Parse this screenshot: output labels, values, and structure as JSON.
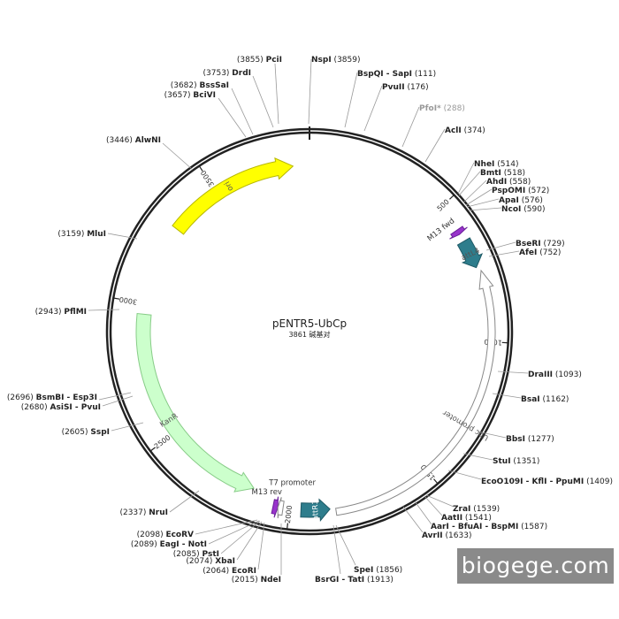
{
  "plasmid": {
    "name": "pENTR5-UbCp",
    "length": 3861,
    "subtitle": "3861 碱基对"
  },
  "ticks": [
    {
      "bp": 500,
      "label": "500"
    },
    {
      "bp": 1000,
      "label": "1000"
    },
    {
      "bp": 1500,
      "label": "1500"
    },
    {
      "bp": 2000,
      "label": "2000"
    },
    {
      "bp": 2500,
      "label": "2500"
    },
    {
      "bp": 3000,
      "label": "3000"
    },
    {
      "bp": 3500,
      "label": "3500"
    }
  ],
  "features": [
    {
      "name": "ori",
      "start": 3300,
      "end": 3800,
      "strand": 1,
      "track": "inner",
      "color": "#ffff00",
      "stroke": "#b8b800",
      "text_color": "#555555"
    },
    {
      "name": "KanR",
      "start": 2140,
      "end": 2960,
      "strand": -1,
      "track": "inner",
      "color": "#ccffcc",
      "stroke": "#88cc88",
      "text_color": "#555555"
    },
    {
      "name": "Ubc promoter",
      "start": 755,
      "end": 1840,
      "strand": -1,
      "track": "promoter",
      "color": "#ffffff",
      "stroke": "#888888",
      "text_color": "#555555"
    },
    {
      "name": "attL4",
      "start": 640,
      "end": 740,
      "strand": 1,
      "track": "outer",
      "color": "#2e7d8c",
      "stroke": "#1f5a66",
      "text_color": "#555555"
    },
    {
      "name": "attR1",
      "start": 1860,
      "end": 1960,
      "strand": -1,
      "track": "outer",
      "color": "#2e7d8c",
      "stroke": "#1f5a66",
      "text_color": "#ffffff"
    },
    {
      "name": "M13 fwd",
      "start": 595,
      "end": 612,
      "strand": 1,
      "track": "outer",
      "color": "#9933cc",
      "stroke": "#6a1f99",
      "text_color": "#333333"
    },
    {
      "name": "M13 rev",
      "start": 2040,
      "end": 2057,
      "strand": -1,
      "track": "outer",
      "color": "#9933cc",
      "stroke": "#6a1f99",
      "text_color": "#333333"
    },
    {
      "name": "T7 promoter",
      "start": 2022,
      "end": 2040,
      "strand": 1,
      "track": "outer",
      "color": "#ffffff",
      "stroke": "#888888",
      "text_color": "#333333"
    }
  ],
  "sites": [
    {
      "name": "NspI",
      "pos": "3859",
      "bp": 3859,
      "label_at": [
        352,
        67
      ],
      "anchor": "start",
      "leader": [
        [
          352,
          67
        ],
        [
          349,
          140
        ]
      ]
    },
    {
      "name": "PciI",
      "pos": "3855",
      "bp": 3855,
      "label_at": [
        319,
        67
      ],
      "anchor": "end",
      "leader": [
        [
          311,
          72
        ],
        [
          315,
          140
        ]
      ]
    },
    {
      "name": "DrdI",
      "pos": "3753",
      "bp": 3753,
      "label_at": [
        284,
        82
      ],
      "anchor": "end",
      "leader": [
        [
          286,
          86
        ],
        [
          309,
          144
        ]
      ]
    },
    {
      "name": "BssSaI",
      "pos": "3682",
      "bp": 3682,
      "label_at": [
        259,
        96
      ],
      "anchor": "end",
      "leader": [
        [
          262,
          100
        ],
        [
          286,
          152
        ]
      ]
    },
    {
      "name": "BciVI",
      "pos": "3657",
      "bp": 3657,
      "label_at": [
        244,
        107
      ],
      "anchor": "end",
      "leader": [
        [
          247,
          111
        ],
        [
          278,
          155
        ]
      ]
    },
    {
      "name": "AlwNI",
      "pos": "3446",
      "bp": 3446,
      "label_at": [
        182,
        158
      ],
      "anchor": "end",
      "leader": [
        [
          184,
          162
        ],
        [
          218,
          192
        ]
      ]
    },
    {
      "name": "MluI",
      "pos": "3159",
      "bp": 3159,
      "label_at": [
        120,
        264
      ],
      "anchor": "end",
      "leader": [
        [
          122,
          264
        ],
        [
          155,
          270
        ]
      ]
    },
    {
      "name": "PflMI",
      "pos": "2943",
      "bp": 2943,
      "label_at": [
        98,
        352
      ],
      "anchor": "end",
      "leader": [
        [
          100,
          351
        ],
        [
          135,
          350
        ]
      ]
    },
    {
      "name": "BsmBI - Esp3I",
      "pos": "2696",
      "bp": 2696,
      "label_at": [
        110,
        449
      ],
      "anchor": "end",
      "leader": [
        [
          112,
          452
        ],
        [
          148,
          444
        ]
      ]
    },
    {
      "name": "AsiSI - PvuI",
      "pos": "2680",
      "bp": 2680,
      "label_at": [
        114,
        460
      ],
      "anchor": "end",
      "leader": [
        [
          116,
          459
        ],
        [
          150,
          448
        ]
      ]
    },
    {
      "name": "SspI",
      "pos": "2605",
      "bp": 2605,
      "label_at": [
        124,
        488
      ],
      "anchor": "end",
      "leader": [
        [
          126,
          487
        ],
        [
          162,
          478
        ]
      ]
    },
    {
      "name": "NruI",
      "pos": "2337",
      "bp": 2337,
      "label_at": [
        190,
        579
      ],
      "anchor": "end",
      "leader": [
        [
          192,
          579
        ],
        [
          225,
          555
        ]
      ]
    },
    {
      "name": "EcoRV",
      "pos": "2098",
      "bp": 2098,
      "label_at": [
        219,
        604
      ],
      "anchor": "end",
      "leader": [
        [
          221,
          604
        ],
        [
          291,
          588
        ]
      ]
    },
    {
      "name": "EagI - NotI",
      "pos": "2089",
      "bp": 2089,
      "label_at": [
        234,
        615
      ],
      "anchor": "end",
      "leader": [
        [
          236,
          615
        ],
        [
          293,
          589
        ]
      ]
    },
    {
      "name": "PstI",
      "pos": "2085",
      "bp": 2085,
      "label_at": [
        248,
        626
      ],
      "anchor": "end",
      "leader": [
        [
          250,
          626
        ],
        [
          294,
          589
        ]
      ]
    },
    {
      "name": "XbaI",
      "pos": "2074",
      "bp": 2074,
      "label_at": [
        266,
        634
      ],
      "anchor": "end",
      "leader": [
        [
          268,
          633
        ],
        [
          296,
          590
        ]
      ]
    },
    {
      "name": "EcoRI",
      "pos": "2064",
      "bp": 2064,
      "label_at": [
        290,
        645
      ],
      "anchor": "end",
      "leader": [
        [
          292,
          644
        ],
        [
          299,
          591
        ]
      ]
    },
    {
      "name": "NdeI",
      "pos": "2015",
      "bp": 2015,
      "label_at": [
        318,
        655
      ],
      "anchor": "end",
      "leader": [
        [
          318,
          650
        ],
        [
          318,
          592
        ]
      ]
    },
    {
      "name": "BsrGI - TatI",
      "pos": "1913",
      "bp": 1913,
      "label_at": [
        356,
        655
      ],
      "anchor": "start",
      "leader": [
        [
          385,
          649
        ],
        [
          377,
          594
        ]
      ]
    },
    {
      "name": "SpeI",
      "pos": "1856",
      "bp": 1856,
      "label_at": [
        400,
        644
      ],
      "anchor": "start",
      "leader": [
        [
          402,
          639
        ],
        [
          380,
          594
        ]
      ]
    },
    {
      "name": "AvrII",
      "pos": "1633",
      "bp": 1633,
      "label_at": [
        477,
        605
      ],
      "anchor": "start",
      "leader": [
        [
          478,
          602
        ],
        [
          456,
          573
        ]
      ]
    },
    {
      "name": "AarI - BfuAI - BspMI",
      "pos": "1587",
      "bp": 1587,
      "label_at": [
        487,
        595
      ],
      "anchor": "start",
      "leader": [
        [
          488,
          593
        ],
        [
          469,
          567
        ]
      ]
    },
    {
      "name": "AatII",
      "pos": "1541",
      "bp": 1541,
      "label_at": [
        499,
        585
      ],
      "anchor": "start",
      "leader": [
        [
          500,
          583
        ],
        [
          480,
          561
        ]
      ]
    },
    {
      "name": "ZraI",
      "pos": "1539",
      "bp": 1539,
      "label_at": [
        512,
        575
      ],
      "anchor": "start",
      "leader": [
        [
          513,
          573
        ],
        [
          482,
          560
        ]
      ]
    },
    {
      "name": "EcoO109I - KflI - PpuMI",
      "pos": "1409",
      "bp": 1409,
      "label_at": [
        544,
        544
      ],
      "anchor": "start",
      "leader": [
        [
          544,
          542
        ],
        [
          507,
          532
        ]
      ]
    },
    {
      "name": "StuI",
      "pos": "1351",
      "bp": 1351,
      "label_at": [
        557,
        521
      ],
      "anchor": "start",
      "leader": [
        [
          557,
          520
        ],
        [
          524,
          513
        ]
      ]
    },
    {
      "name": "BbsI",
      "pos": "1277",
      "bp": 1277,
      "label_at": [
        572,
        496
      ],
      "anchor": "start",
      "leader": [
        [
          572,
          495
        ],
        [
          540,
          488
        ]
      ]
    },
    {
      "name": "BsaI",
      "pos": "1162",
      "bp": 1162,
      "label_at": [
        589,
        451
      ],
      "anchor": "start",
      "leader": [
        [
          589,
          450
        ],
        [
          557,
          445
        ]
      ]
    },
    {
      "name": "DraIII",
      "pos": "1093",
      "bp": 1093,
      "label_at": [
        597,
        423
      ],
      "anchor": "start",
      "leader": [
        [
          597,
          422
        ],
        [
          563,
          420
        ]
      ]
    },
    {
      "name": "AfeI",
      "pos": "752",
      "bp": 752,
      "label_at": [
        587,
        285
      ],
      "anchor": "start",
      "leader": [
        [
          587,
          284
        ],
        [
          553,
          290
        ]
      ]
    },
    {
      "name": "BseRI",
      "pos": "729",
      "bp": 729,
      "label_at": [
        583,
        275
      ],
      "anchor": "start",
      "leader": [
        [
          583,
          274
        ],
        [
          550,
          283
        ]
      ]
    },
    {
      "name": "NcoI",
      "pos": "590",
      "bp": 590,
      "label_at": [
        567,
        236
      ],
      "anchor": "start",
      "leader": [
        [
          567,
          235
        ],
        [
          530,
          238
        ]
      ]
    },
    {
      "name": "ApaI",
      "pos": "576",
      "bp": 576,
      "label_at": [
        564,
        226
      ],
      "anchor": "start",
      "leader": [
        [
          564,
          225
        ],
        [
          528,
          234
        ]
      ]
    },
    {
      "name": "PspOMI",
      "pos": "572",
      "bp": 572,
      "label_at": [
        556,
        215
      ],
      "anchor": "start",
      "leader": [
        [
          556,
          214
        ],
        [
          527,
          232
        ]
      ]
    },
    {
      "name": "AhdI",
      "pos": "558",
      "bp": 558,
      "label_at": [
        550,
        205
      ],
      "anchor": "start",
      "leader": [
        [
          550,
          204
        ],
        [
          524,
          229
        ]
      ]
    },
    {
      "name": "BmtI",
      "pos": "518",
      "bp": 518,
      "label_at": [
        543,
        195
      ],
      "anchor": "start",
      "leader": [
        [
          543,
          194
        ],
        [
          519,
          221
        ]
      ]
    },
    {
      "name": "NheI",
      "pos": "514",
      "bp": 514,
      "label_at": [
        536,
        185
      ],
      "anchor": "start",
      "leader": [
        [
          536,
          184
        ],
        [
          518,
          219
        ]
      ]
    },
    {
      "name": "AclI",
      "pos": "374",
      "bp": 374,
      "label_at": [
        503,
        147
      ],
      "anchor": "start",
      "leader": [
        [
          503,
          146
        ],
        [
          481,
          183
        ]
      ]
    },
    {
      "name": "PfoI*",
      "pos": "288",
      "bp": 288,
      "label_at": [
        474,
        122
      ],
      "anchor": "start",
      "leader": [
        [
          474,
          121
        ],
        [
          455,
          166
        ]
      ],
      "muted": true
    },
    {
      "name": "PvuII",
      "pos": "176",
      "bp": 176,
      "label_at": [
        432,
        98
      ],
      "anchor": "start",
      "leader": [
        [
          432,
          97
        ],
        [
          412,
          148
        ]
      ]
    },
    {
      "name": "BspQI - SapI",
      "pos": "111",
      "bp": 111,
      "label_at": [
        404,
        83
      ],
      "anchor": "start",
      "leader": [
        [
          404,
          82
        ],
        [
          390,
          144
        ]
      ]
    }
  ],
  "watermark": "biogege.com"
}
